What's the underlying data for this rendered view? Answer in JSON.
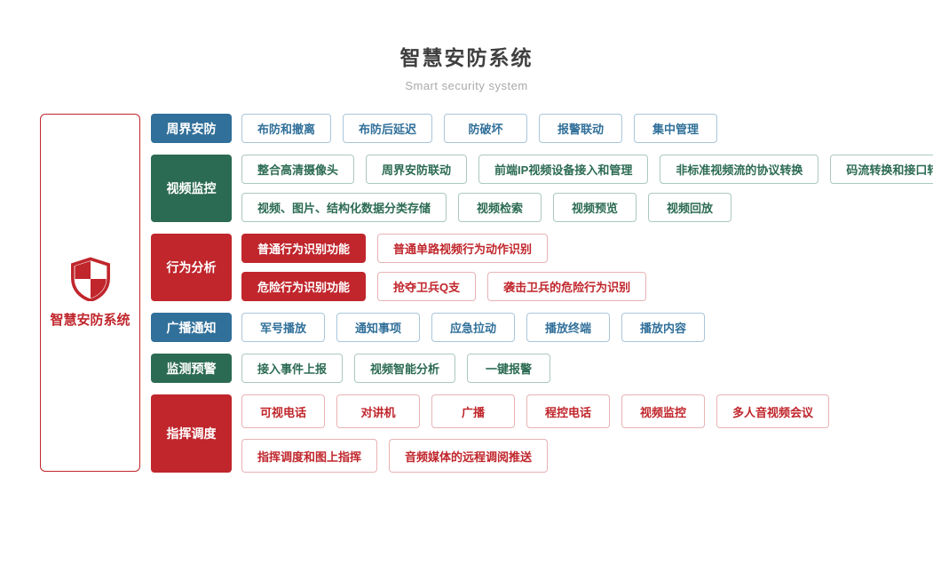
{
  "header": {
    "title": "智慧安防系统",
    "subtitle": "Smart security system"
  },
  "root": {
    "label": "智慧安防系统",
    "icon": "shield-check-icon"
  },
  "palette": {
    "blue": {
      "main": "#31709a",
      "border": "#a9c6da"
    },
    "green": {
      "main": "#2c6b53",
      "border": "#aac9bc"
    },
    "red": {
      "main": "#c0262c",
      "border": "#e9b2b4"
    }
  },
  "groups": [
    {
      "name": "周界安防",
      "color": "blue",
      "tall": false,
      "rows": [
        [
          "布防和撤离",
          "布防后延迟",
          "防破坏",
          "报警联动",
          "集中管理"
        ]
      ]
    },
    {
      "name": "视频监控",
      "color": "green",
      "tall": false,
      "rows": [
        [
          "整合高清摄像头",
          "周界安防联动",
          "前端IP视频设备接入和管理",
          "非标准视频流的协议转换",
          "码流转换和接口转换"
        ],
        [
          "视频、图片、结构化数据分类存储",
          "视频检索",
          "视频预览",
          "视频回放"
        ]
      ]
    },
    {
      "name": "行为分析",
      "color": "red",
      "tall": false,
      "rows": [
        [
          {
            "label": "普通行为识别功能",
            "filled": true
          },
          {
            "label": "普通单路视频行为动作识别",
            "filled": false
          }
        ],
        [
          {
            "label": "危险行为识别功能",
            "filled": true
          },
          {
            "label": "抢夺卫兵Q支",
            "filled": false
          },
          {
            "label": "袭击卫兵的危险行为识别",
            "filled": false
          }
        ]
      ]
    },
    {
      "name": "广播通知",
      "color": "blue",
      "tall": false,
      "rows": [
        [
          "军号播放",
          "通知事项",
          "应急拉动",
          "播放终端",
          "播放内容"
        ]
      ]
    },
    {
      "name": "监测预警",
      "color": "green",
      "tall": false,
      "rows": [
        [
          "接入事件上报",
          "视频智能分析",
          "一键报警"
        ]
      ]
    },
    {
      "name": "指挥调度",
      "color": "red",
      "tall": true,
      "rows": [
        [
          "可视电话",
          "对讲机",
          "广播",
          "程控电话",
          "视频监控",
          "多人音视频会议"
        ],
        [
          "指挥调度和图上指挥",
          "音频媒体的远程调阅推送"
        ]
      ]
    }
  ]
}
